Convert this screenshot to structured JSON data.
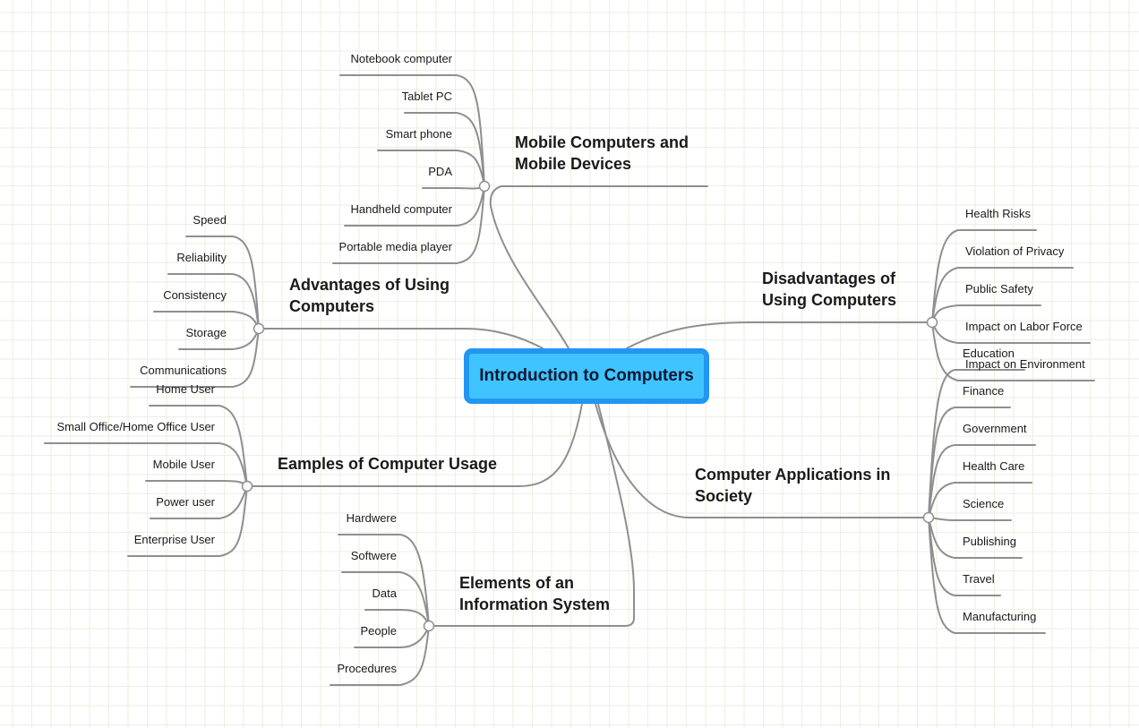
{
  "central": "Introduction to Computers",
  "branches": [
    {
      "id": "mobile",
      "label": "Mobile Computers and\n  Mobile Devices",
      "leaves": [
        "Notebook computer",
        "Tablet PC",
        "Smart phone",
        "PDA",
        "Handheld computer",
        "Portable media player"
      ]
    },
    {
      "id": "advantages",
      "label": "Advantages of Using\nComputers",
      "leaves": [
        "Speed",
        "Reliability",
        "Consistency",
        "Storage",
        "Communications"
      ]
    },
    {
      "id": "examples",
      "label": "Eamples of Computer Usage",
      "leaves": [
        "Home User",
        "Small Office/Home Office User",
        "Mobile User",
        "Power user",
        "Enterprise User"
      ]
    },
    {
      "id": "elements",
      "label": "Elements of an\nInformation System",
      "leaves": [
        "Hardwere",
        "Softwere",
        "Data",
        "People",
        "Procedures"
      ]
    },
    {
      "id": "disadvantages",
      "label": "Disadvantages of\nUsing Computers",
      "leaves": [
        "Health Risks",
        "Violation of Privacy",
        "Public Safety",
        "Impact on Labor Force",
        "Impact on Environment"
      ]
    },
    {
      "id": "applications",
      "label": "Computer Applications in\nSociety",
      "leaves": [
        "Education",
        "Finance",
        "Government",
        "Health Care",
        "Science",
        "Publishing",
        "Travel",
        "Manufacturing"
      ]
    }
  ]
}
